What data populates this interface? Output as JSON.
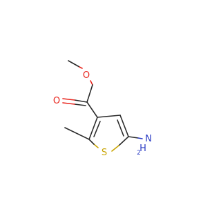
{
  "molecule": {
    "atoms": {
      "carbonyl_oxygen": {
        "symbol": "O",
        "color": "#e8241c"
      },
      "ester_oxygen": {
        "symbol": "O",
        "color": "#e8241c"
      },
      "ring_sulfur": {
        "symbol": "S",
        "color": "#c9a400"
      },
      "amino_nitrogen": {
        "symbol": "N",
        "color": "#2b3cc4"
      },
      "amino_hydrogens": {
        "symbol": "H",
        "count": "2",
        "color": "#2b3cc4"
      }
    },
    "colors": {
      "bond": "#2a2a2a",
      "background": "#ffffff"
    }
  }
}
